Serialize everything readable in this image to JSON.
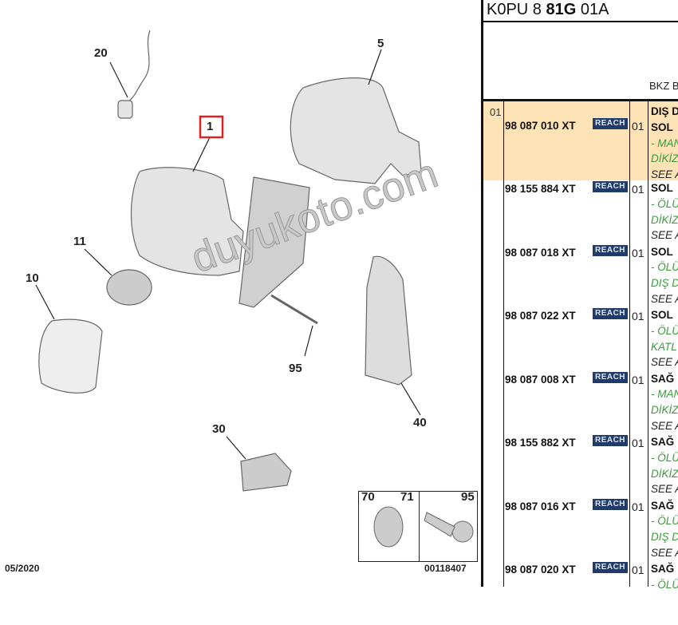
{
  "diagram": {
    "callouts": [
      "20",
      "5",
      "1",
      "11",
      "10",
      "95",
      "40",
      "30"
    ],
    "inset_labels": [
      "70",
      "71",
      "95"
    ],
    "date": "05/2020",
    "ref": "00118407",
    "watermark": "duyukoto.com"
  },
  "table": {
    "title_pre": "K0PU 8 ",
    "title_bold": "81G",
    "title_post": " 01A",
    "header_note": "BKZ B",
    "group": "01",
    "rows": [
      {
        "part": "98 087 010 XT",
        "badge": "REACH",
        "qty": "01",
        "highlight": true,
        "desc": [
          [
            "b",
            "DIŞ D"
          ],
          [
            "b",
            "SOL"
          ],
          [
            "g",
            "- MAN"
          ],
          [
            "g",
            "DİKİZ"
          ],
          [
            "s",
            "SEE A"
          ]
        ]
      },
      {
        "part": "98 155 884 XT",
        "badge": "REACH",
        "qty": "01",
        "desc": [
          [
            "b",
            "SOL"
          ],
          [
            "g",
            "- ÖLÜ"
          ],
          [
            "g",
            "DİKİZ"
          ],
          [
            "s",
            "SEE A"
          ]
        ]
      },
      {
        "part": "98 087 018 XT",
        "badge": "REACH",
        "qty": "01",
        "desc": [
          [
            "b",
            "SOL"
          ],
          [
            "g",
            "- ÖLÜ"
          ],
          [
            "g",
            "DIŞ D"
          ],
          [
            "s",
            "SEE A"
          ]
        ]
      },
      {
        "part": "98 087 022 XT",
        "badge": "REACH",
        "qty": "01",
        "desc": [
          [
            "b",
            "SOL"
          ],
          [
            "g",
            "- ÖLÜ"
          ],
          [
            "g",
            "KATL"
          ],
          [
            "s",
            "SEE A"
          ]
        ]
      },
      {
        "part": "98 087 008 XT",
        "badge": "REACH",
        "qty": "01",
        "desc": [
          [
            "b",
            "SAĞ"
          ],
          [
            "g",
            "- MAN"
          ],
          [
            "g",
            "DİKİZ"
          ],
          [
            "s",
            "SEE A"
          ]
        ]
      },
      {
        "part": "98 155 882 XT",
        "badge": "REACH",
        "qty": "01",
        "desc": [
          [
            "b",
            "SAĞ"
          ],
          [
            "g",
            "- ÖLÜ"
          ],
          [
            "g",
            "DİKİZ"
          ],
          [
            "s",
            "SEE A"
          ]
        ]
      },
      {
        "part": "98 087 016 XT",
        "badge": "REACH",
        "qty": "01",
        "desc": [
          [
            "b",
            "SAĞ"
          ],
          [
            "g",
            "- ÖLÜ"
          ],
          [
            "g",
            "DIŞ D"
          ],
          [
            "s",
            "SEE A"
          ]
        ]
      },
      {
        "part": "98 087 020 XT",
        "badge": "REACH",
        "qty": "01",
        "desc": [
          [
            "b",
            "SAĞ"
          ],
          [
            "g",
            "- ÖLÜ"
          ]
        ]
      }
    ]
  }
}
